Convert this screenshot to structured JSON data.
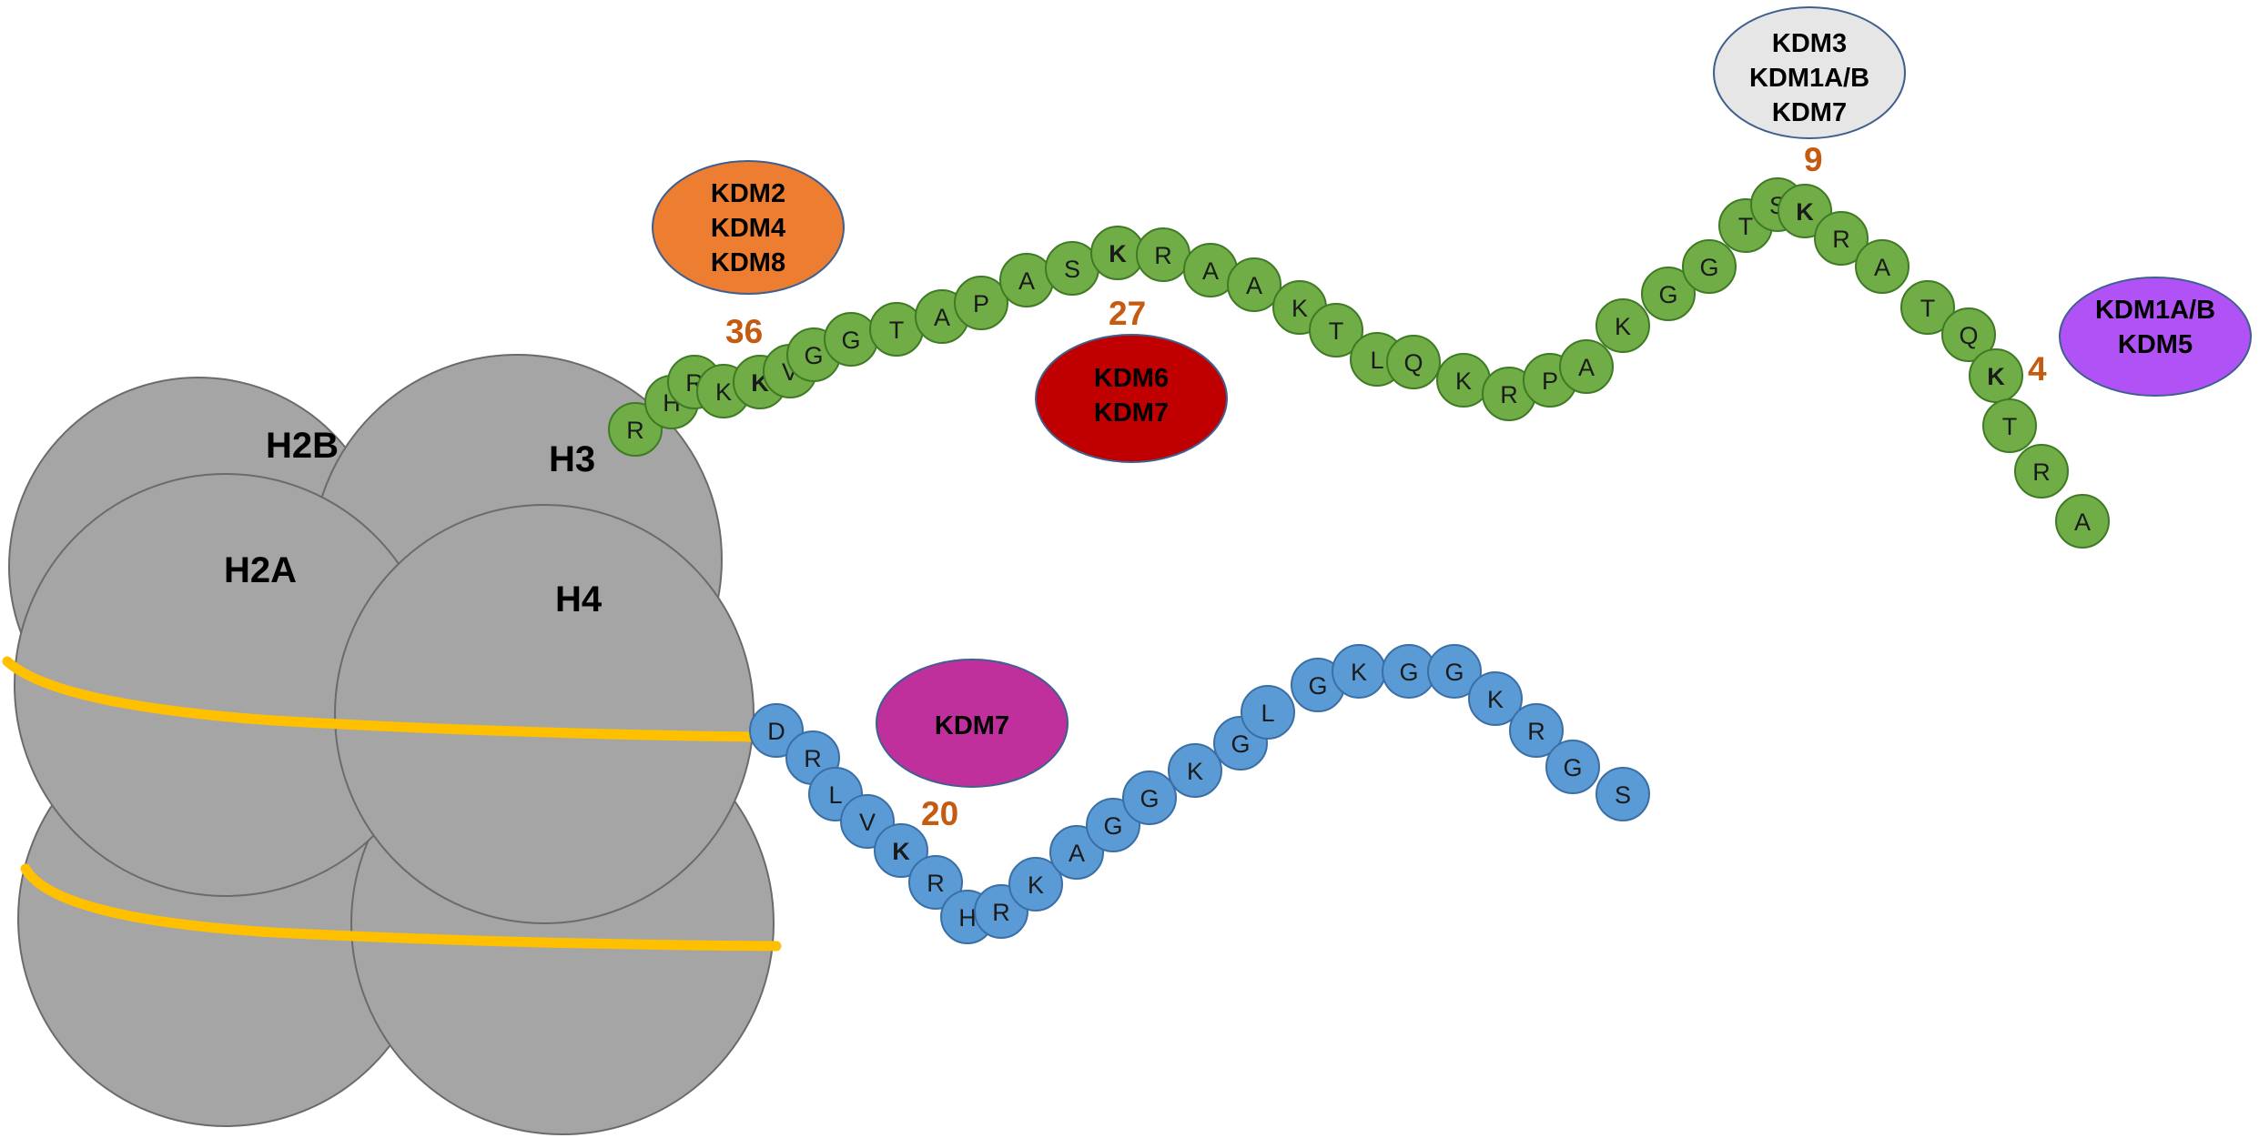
{
  "colors": {
    "histone_fill": "#a5a5a5",
    "histone_stroke": "#6b6b6b",
    "dna": "#ffc000",
    "h3_bead_fill": "#70ad47",
    "h3_bead_stroke": "#3f7a24",
    "h4_bead_fill": "#5b9bd5",
    "h4_bead_stroke": "#3a6fa5",
    "position_label": "#c55a11"
  },
  "histones": {
    "h2b": "H2B",
    "h3": "H3",
    "h2a": "H2A",
    "h4": "H4"
  },
  "h3_tail": [
    "R",
    "H",
    "R",
    "K",
    "K",
    "V",
    "G",
    "G",
    "T",
    "A",
    "P",
    "A",
    "S",
    "K",
    "R",
    "A",
    "A",
    "K",
    "T",
    "L",
    "Q",
    "K",
    "R",
    "P",
    "A",
    "K",
    "G",
    "G",
    "T",
    "S",
    "K",
    "R",
    "A",
    "T",
    "Q",
    "K",
    "T",
    "R",
    "A"
  ],
  "h4_tail": [
    "D",
    "R",
    "L",
    "V",
    "K",
    "R",
    "H",
    "R",
    "K",
    "A",
    "G",
    "G",
    "K",
    "G",
    "L",
    "G",
    "K",
    "G",
    "G",
    "K",
    "R",
    "G",
    "S"
  ],
  "positions": {
    "k36": "36",
    "k27": "27",
    "k9": "9",
    "k4": "4",
    "k20": "20"
  },
  "enzymes": {
    "k36": {
      "lines": [
        "KDM2",
        "KDM4",
        "KDM8"
      ],
      "fill": "#ed7d31",
      "text_color": "#000000"
    },
    "k27": {
      "lines": [
        "KDM6",
        "KDM7"
      ],
      "fill": "#c00000",
      "text_color": "#000000"
    },
    "k9": {
      "lines": [
        "KDM3",
        "KDM1A/B",
        "KDM7"
      ],
      "fill": "#e7e6e6",
      "text_color": "#000000"
    },
    "k4": {
      "lines": [
        "KDM1A/B",
        "KDM5"
      ],
      "fill": "#b152f7",
      "text_color": "#000000"
    },
    "k20": {
      "lines": [
        "KDM7"
      ],
      "fill": "#c0309d",
      "text_color": "#000000"
    }
  }
}
